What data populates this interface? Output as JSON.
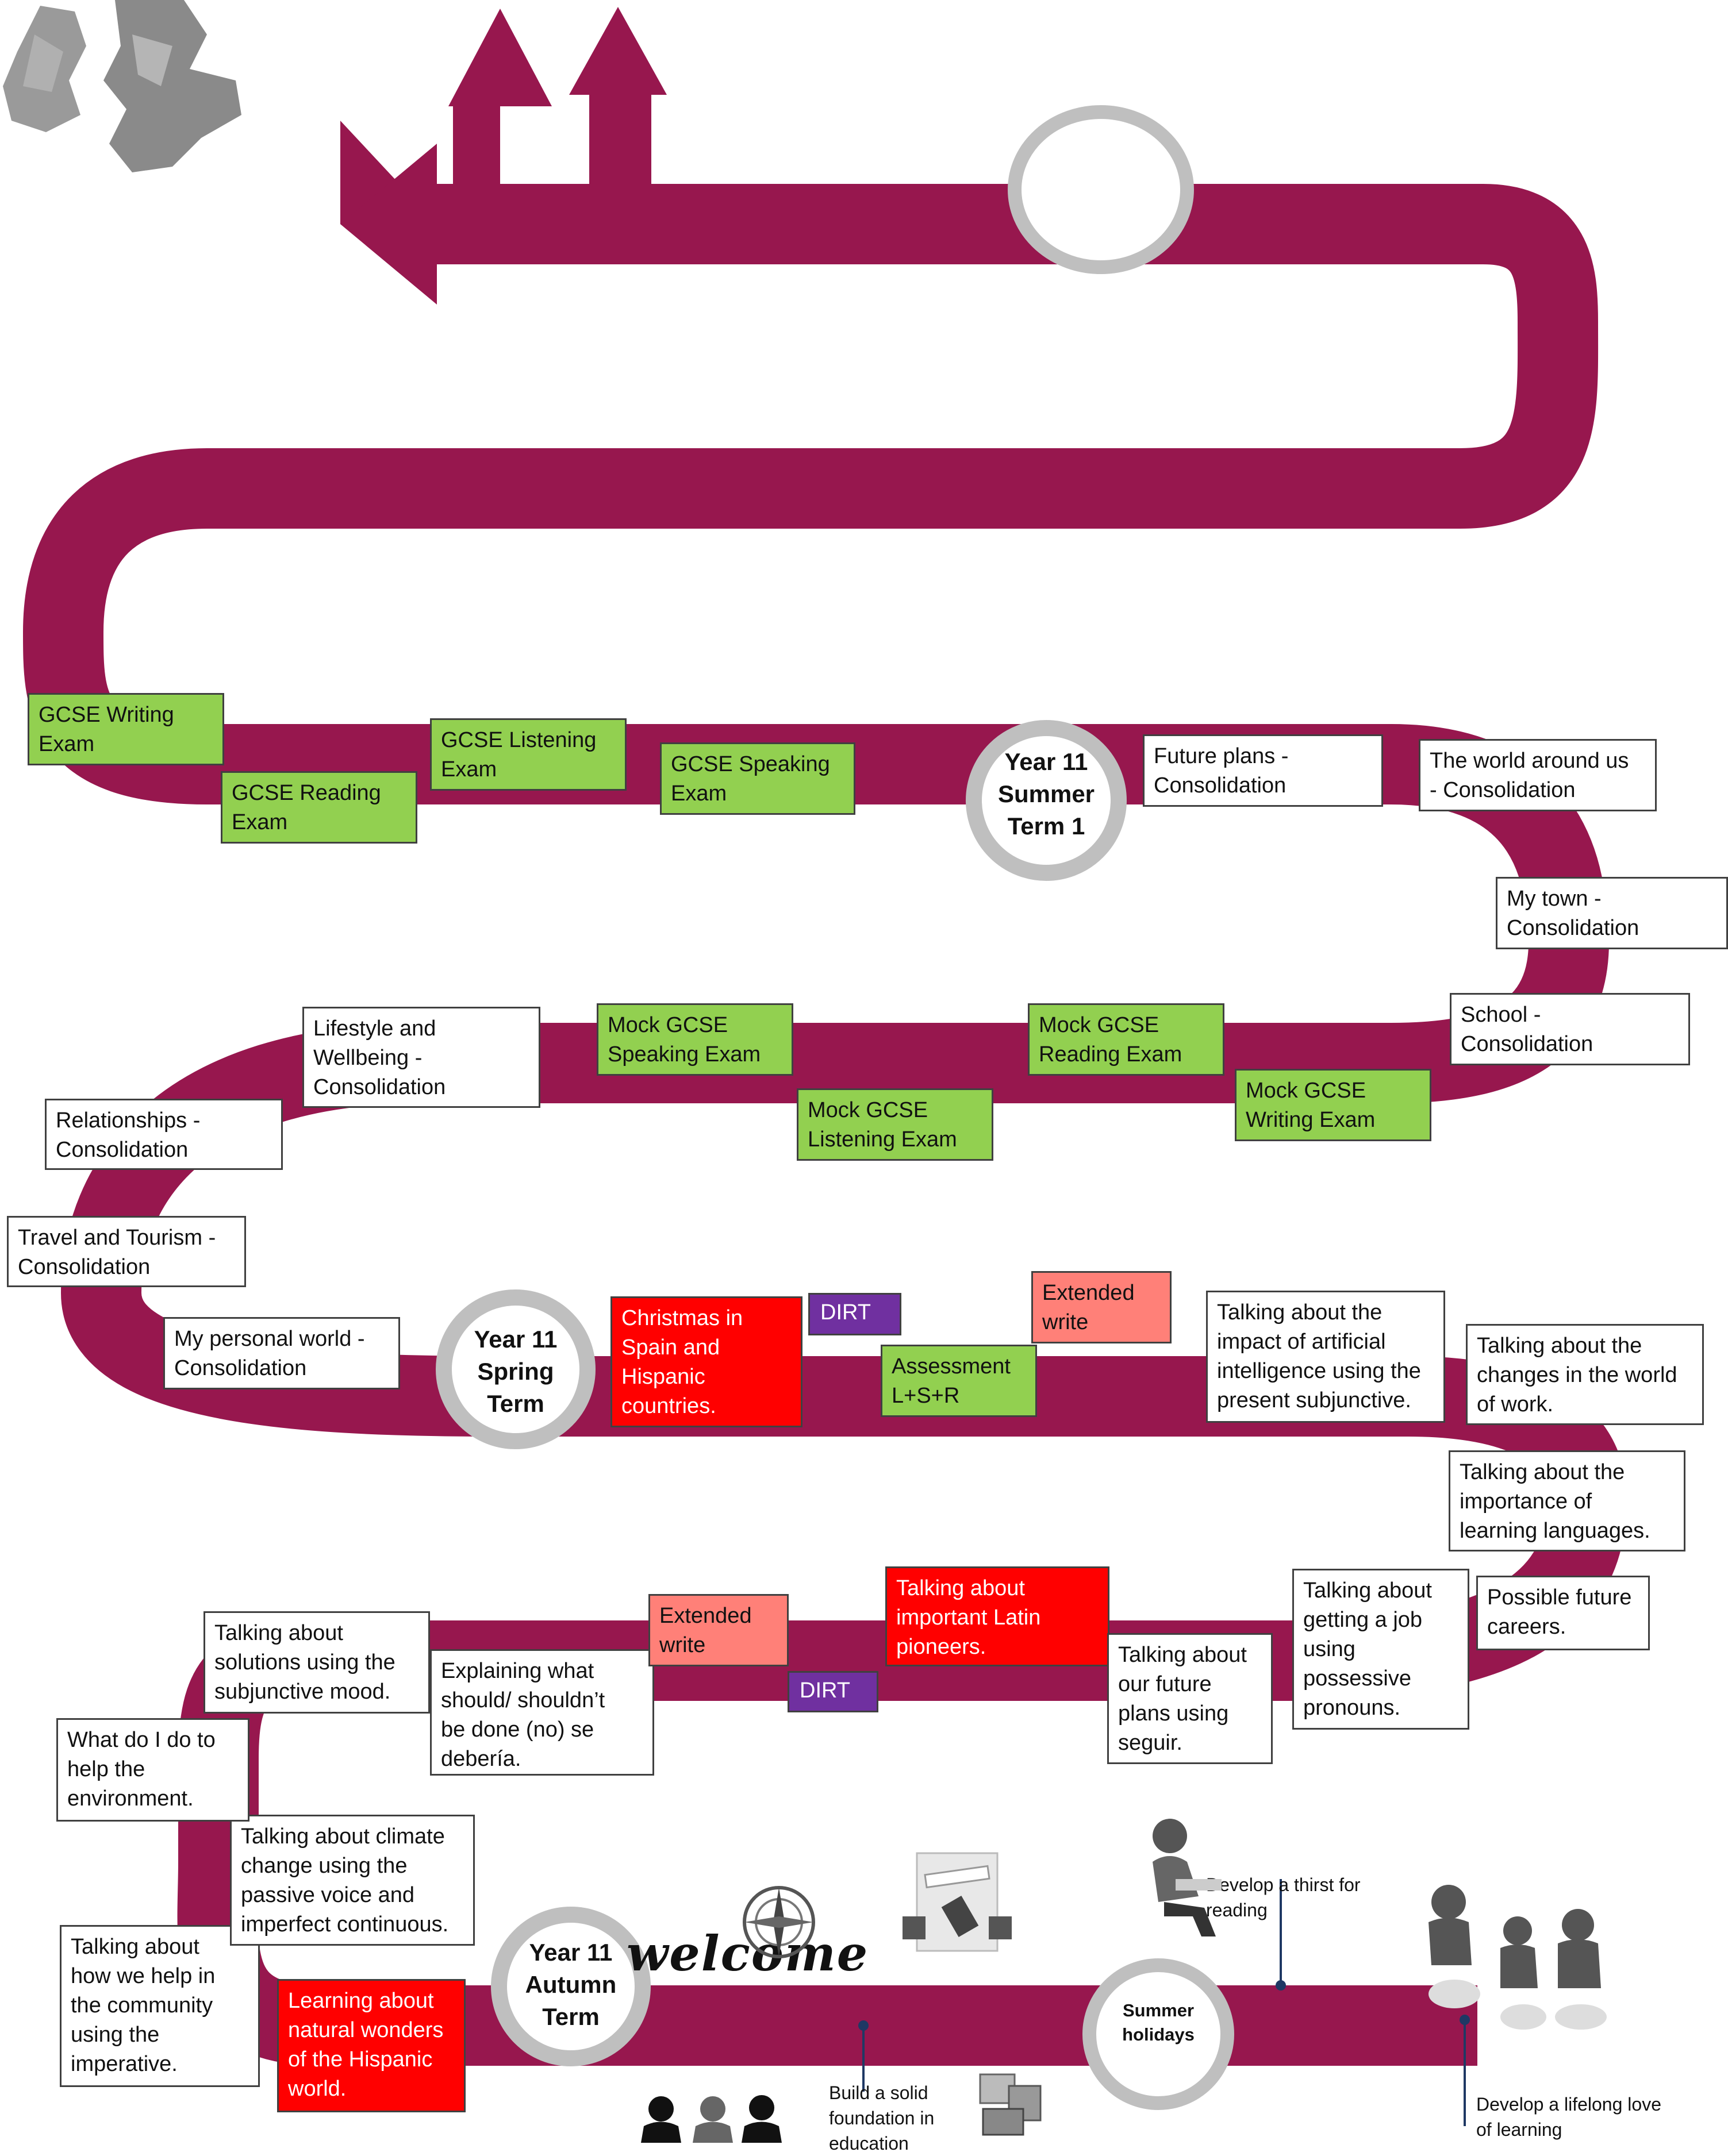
{
  "colors": {
    "road": "#97174e",
    "ring": "#bfbfbf",
    "green": "#92d050",
    "red": "#ff0000",
    "salmon": "#ff8078",
    "purple": "#7030a0",
    "note_pin": "#1f3864"
  },
  "terms": {
    "summer_holidays": "Summer\nholidays",
    "autumn": "Year 11\nAutumn\nTerm",
    "spring": "Year 11\nSpring\nTerm",
    "summer1": "Year 11\nSummer\nTerm 1"
  },
  "welcome_text": "welcome",
  "notes": {
    "thirst": "Develop a thirst for\nreading",
    "foundation": "Build a solid\nfoundation in\neducation",
    "lifelong": "Develop a lifelong love\nof learning"
  },
  "autumn_boxes": [
    "Learning about\nnatural wonders\nof the Hispanic\nworld.",
    "Talking about\nhow we help in\nthe community\nusing the\nimperative.",
    "Talking about climate\nchange using the\npassive voice and\nimperfect continuous.",
    "What do I do to\nhelp the\nenvironment.",
    "Talking about\nsolutions using the\nsubjunctive mood.",
    "Explaining what\nshould/ shouldn’t\nbe done (no) se\ndebería.",
    "Extended\nwrite",
    "DIRT",
    "Talking about\nimportant Latin\npioneers.",
    "Talking about\nour future\nplans using\nseguir.",
    "Talking about\ngetting a job\nusing\npossessive\npronouns.",
    "Possible future\ncareers.",
    "Talking about the\nimportance of\nlearning languages.",
    "Talking about the\nchanges in the world\nof work."
  ],
  "spring_boxes": [
    "Talking about the\nimpact of artificial\nintelligence using the\npresent subjunctive.",
    "Extended\nwrite",
    "Assessment\nL+S+R",
    "DIRT",
    "Christmas in\nSpain and\nHispanic\ncountries.",
    "My personal world -\nConsolidation",
    "Travel and Tourism -\nConsolidation",
    "Relationships -\nConsolidation",
    "Lifestyle and\nWellbeing -\nConsolidation",
    "Mock GCSE\nSpeaking Exam",
    "Mock GCSE\nListening Exam",
    "Mock GCSE\nReading Exam",
    "Mock GCSE\nWriting Exam",
    "School -\nConsolidation",
    "My town -\nConsolidation"
  ],
  "summer_boxes": [
    "The world around us\n- Consolidation",
    "Future plans -\nConsolidation",
    "GCSE Speaking\nExam",
    "GCSE Listening\nExam",
    "GCSE Reading\nExam",
    "GCSE Writing\nExam"
  ],
  "icons": {
    "map": "british-isles-map-icon",
    "students_reading": "students-reading-icon",
    "walking_people": "people-walking-icon",
    "approved": "approved-stamp-icon",
    "compass": "compass-icon",
    "books": "books-icon",
    "reader": "person-reading-icon"
  }
}
